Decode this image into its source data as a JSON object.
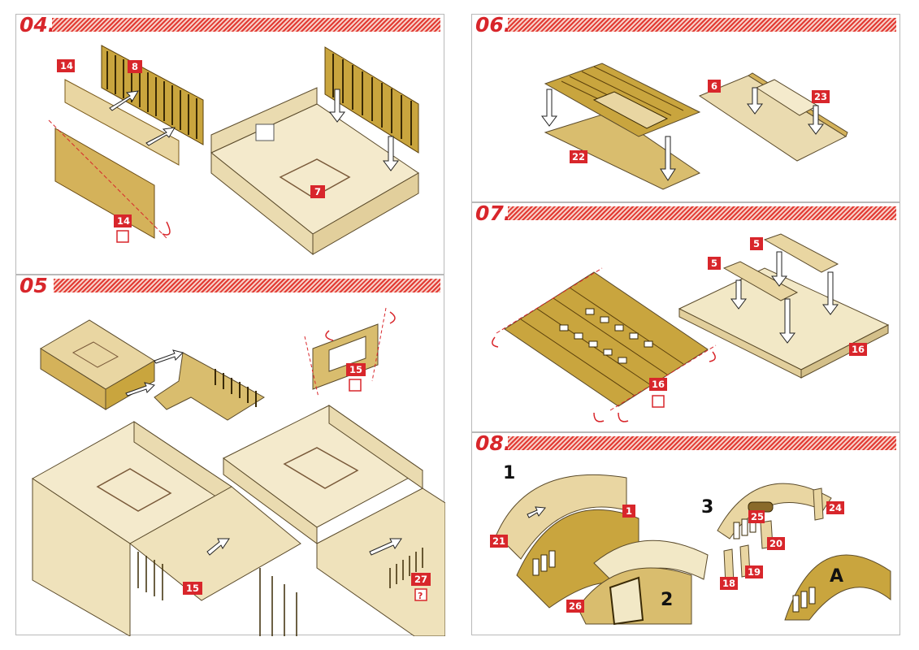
{
  "colors": {
    "accent": "#d8262b",
    "wood_dark": "#c9a53e",
    "wood_light": "#e9d6a2",
    "wood_pale": "#f2e8c6"
  },
  "steps": [
    {
      "number": "04.",
      "callouts": {
        "a": "14",
        "b": "8",
        "c": "14",
        "d": "7"
      }
    },
    {
      "number": "05 .",
      "callouts": {
        "a": "15",
        "b": "15",
        "c": "27",
        "d": "?"
      }
    },
    {
      "number": "06.",
      "callouts": {
        "a": "22",
        "b": "6",
        "c": "23"
      }
    },
    {
      "number": "07.",
      "callouts": {
        "a": "5",
        "b": "5",
        "c": "16",
        "d": "16"
      }
    },
    {
      "number": "08.",
      "callouts": {
        "a": "1",
        "b": "21",
        "c": "1",
        "d": "2",
        "e": "26",
        "f": "3",
        "g": "25",
        "h": "24",
        "i": "20",
        "j": "18",
        "k": "19",
        "l": "A"
      }
    }
  ]
}
